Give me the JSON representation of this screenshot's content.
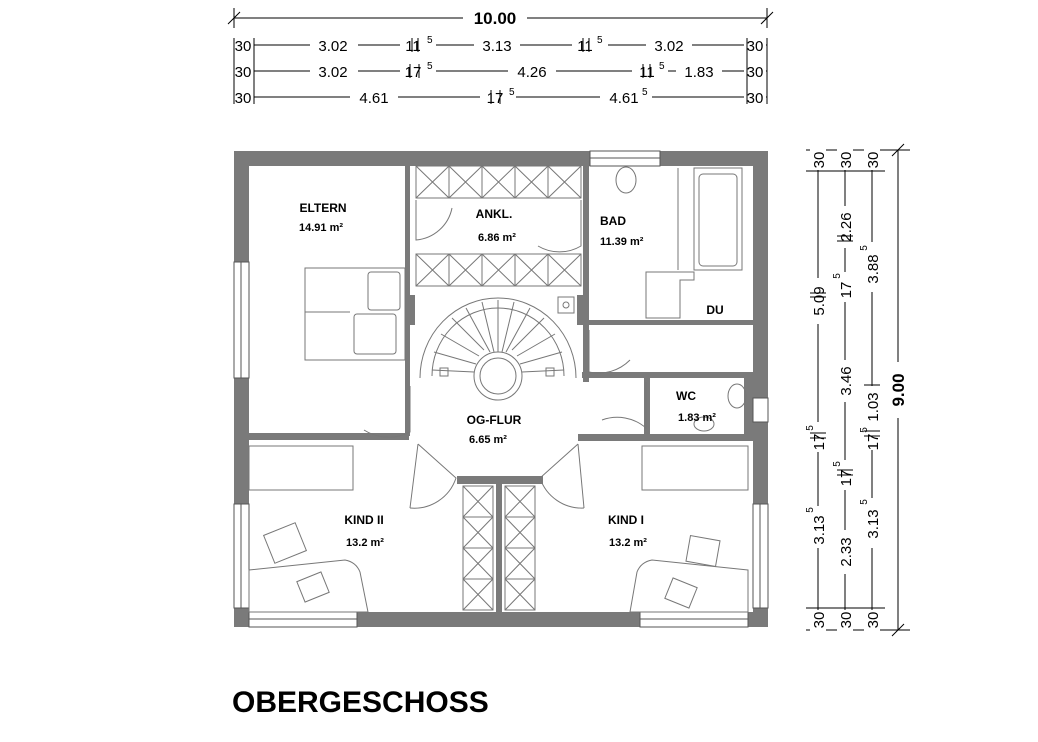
{
  "title": "OBERGESCHOSS",
  "dimensions_top": {
    "total": "10.00",
    "row1": [
      "30",
      "3.02",
      "11",
      "5",
      "3.13",
      "11",
      "5",
      "3.02",
      "30"
    ],
    "row2": [
      "30",
      "3.02",
      "17",
      "5",
      "4.26",
      "11",
      "5",
      "1.83",
      "30"
    ],
    "row3": [
      "30",
      "4.61",
      "17",
      "5",
      "4.61",
      "5",
      "30"
    ]
  },
  "dimensions_right": {
    "total": "9.00",
    "col1": [
      "30",
      "5.09",
      "17",
      "5",
      "3.13",
      "5",
      "30"
    ],
    "col2": [
      "30",
      "2.26",
      "17",
      "5",
      "3.46",
      "17",
      "5",
      "2.33",
      "30"
    ],
    "col3": [
      "30",
      "3.88",
      "5",
      "1.03",
      "17",
      "5",
      "3.13",
      "5",
      "30"
    ]
  },
  "rooms": {
    "eltern": {
      "name": "ELTERN",
      "area": "14.91 m²"
    },
    "ankl": {
      "name": "ANKL.",
      "area": "6.86 m²"
    },
    "bad": {
      "name": "BAD",
      "area": "11.39 m²"
    },
    "du": {
      "name": "DU"
    },
    "wc": {
      "name": "WC",
      "area": "1.83 m²"
    },
    "og_flur": {
      "name": "OG-FLUR",
      "area": "6.65 m²"
    },
    "kind_ii": {
      "name": "KIND II",
      "area": "13.2 m²"
    },
    "kind_i": {
      "name": "KIND I",
      "area": "13.2 m²"
    }
  }
}
